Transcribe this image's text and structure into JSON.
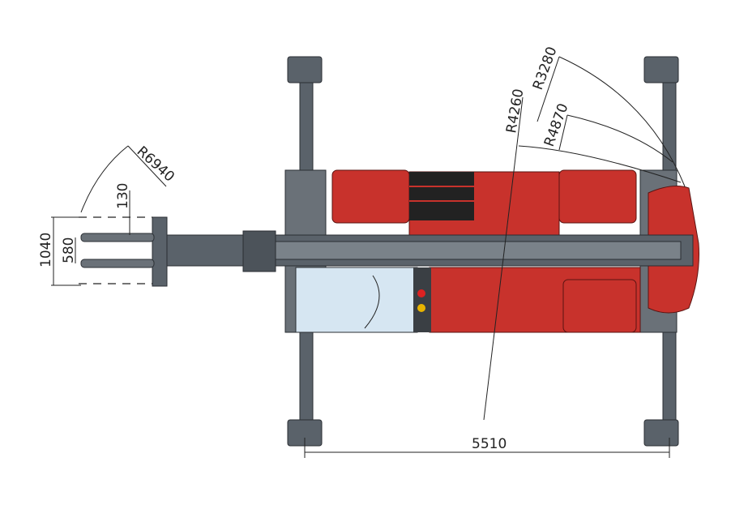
{
  "dimensions": {
    "outer_turning_radius": "R6940",
    "fork_thickness": "130",
    "fork_spread_outer": "1040",
    "fork_spread_inner": "580",
    "radius_a": "R4260",
    "radius_b": "R3280",
    "radius_c": "R4870",
    "outrigger_span": "5510"
  },
  "colors": {
    "body_red": "#c8322c",
    "frame_grey": "#5a626a",
    "cab_glass": "#d6e6f2",
    "line": "#222222"
  }
}
